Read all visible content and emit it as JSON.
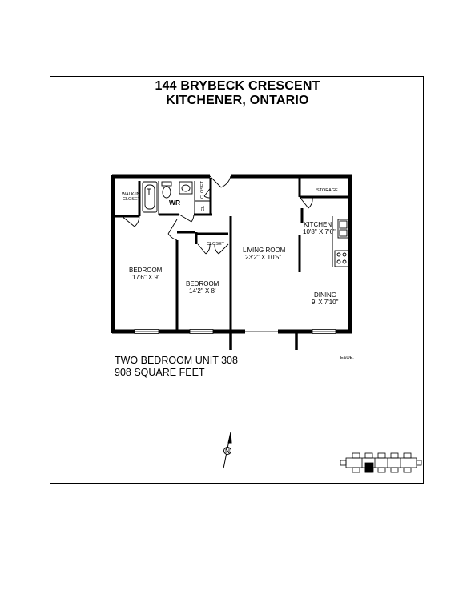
{
  "header": {
    "address_line1": "144 BRYBECK CRESCENT",
    "address_line2": "KITCHENER, ONTARIO"
  },
  "unit": {
    "description": "TWO BEDROOM UNIT 308",
    "area": "908 SQUARE FEET"
  },
  "credit": "E&OE.",
  "rooms": {
    "walk_in_closet_line1": "WALK-IN",
    "walk_in_closet_line2": "CLOSET",
    "washroom": "WR",
    "closet_vertical": "CLOSET",
    "closet_small": "CL",
    "storage": "STORAGE",
    "kitchen_name": "KITCHEN",
    "kitchen_dims": "10'8\" X 7'6\"",
    "living_name": "LIVING ROOM",
    "living_dims": "23'2\" X 10'5\"",
    "bedroom1_name": "BEDROOM",
    "bedroom1_dims": "17'6\" X 9'",
    "bedroom2_closet": "CLOSET",
    "bedroom2_name": "BEDROOM",
    "bedroom2_dims": "14'2\" X 8'",
    "dining_name": "DINING",
    "dining_dims": "9' X 7'10\""
  }
}
